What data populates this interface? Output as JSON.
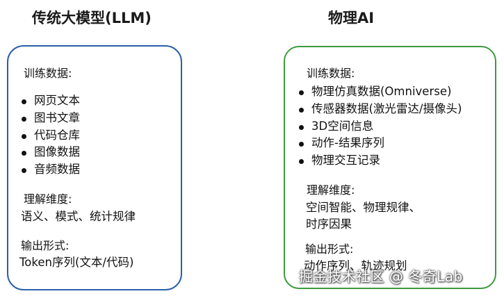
{
  "left": {
    "title": "传统大模型(LLM)",
    "training_label": "训练数据:",
    "training_items": [
      "网页文本",
      "图书文章",
      "代码仓库",
      "图像数据",
      "音频数据"
    ],
    "understanding_label": "理解维度:",
    "understanding_text": "语义、模式、统计规律",
    "output_label": "输出形式:",
    "output_text": "Token序列(文本/代码)"
  },
  "right": {
    "title": "物理AI",
    "training_label": "训练数据:",
    "training_items": [
      "物理仿真数据(Omniverse)",
      "传感器数据(激光雷达/摄像头)",
      "3D空间信息",
      "动作-结果序列",
      "物理交互记录"
    ],
    "understanding_label": "理解维度:",
    "understanding_line1": "空间智能、物理规律、",
    "understanding_line2": "时序因果",
    "output_label": "输出形式:",
    "output_text": "动作序列、轨迹规划"
  },
  "watermark": "掘金技术社区 @ 冬奇Lab",
  "colors": {
    "left_border": "#2a5fa8",
    "right_border": "#3c9a3c"
  }
}
